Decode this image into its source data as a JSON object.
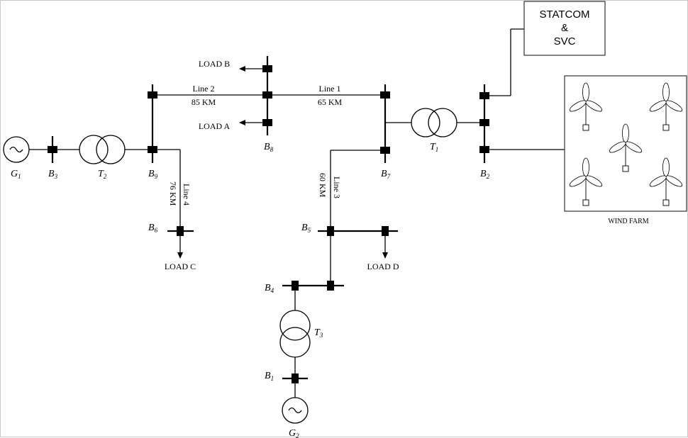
{
  "generators": [
    {
      "id": "G1",
      "letter": "G",
      "sub": "1"
    },
    {
      "id": "G2",
      "letter": "G",
      "sub": "2"
    }
  ],
  "transformers": [
    {
      "id": "T1",
      "letter": "T",
      "sub": "1"
    },
    {
      "id": "T2",
      "letter": "T",
      "sub": "2"
    },
    {
      "id": "T3",
      "letter": "T",
      "sub": "3"
    }
  ],
  "buses": [
    {
      "id": "B1",
      "letter": "B",
      "sub": "1"
    },
    {
      "id": "B2",
      "letter": "B",
      "sub": "2"
    },
    {
      "id": "B3",
      "letter": "B",
      "sub": "3"
    },
    {
      "id": "B4",
      "letter": "B",
      "sub": "4"
    },
    {
      "id": "B5",
      "letter": "B",
      "sub": "5"
    },
    {
      "id": "B6",
      "letter": "B",
      "sub": "6"
    },
    {
      "id": "B7",
      "letter": "B",
      "sub": "7"
    },
    {
      "id": "B8",
      "letter": "B",
      "sub": "8"
    },
    {
      "id": "B9",
      "letter": "B",
      "sub": "9"
    }
  ],
  "lines": [
    {
      "name": "Line 1",
      "length": "65 KM"
    },
    {
      "name": "Line 2",
      "length": "85 KM"
    },
    {
      "name": "Line 3",
      "length": "60 KM"
    },
    {
      "name": "Line 4",
      "length": "76 KM"
    }
  ],
  "loads": [
    "LOAD A",
    "LOAD B",
    "LOAD C",
    "LOAD D"
  ],
  "compensator": {
    "line1": "STATCOM",
    "line2": "&",
    "line3": "SVC"
  },
  "wind_farm": {
    "label": "WIND FARM",
    "turbine_count": 5
  }
}
